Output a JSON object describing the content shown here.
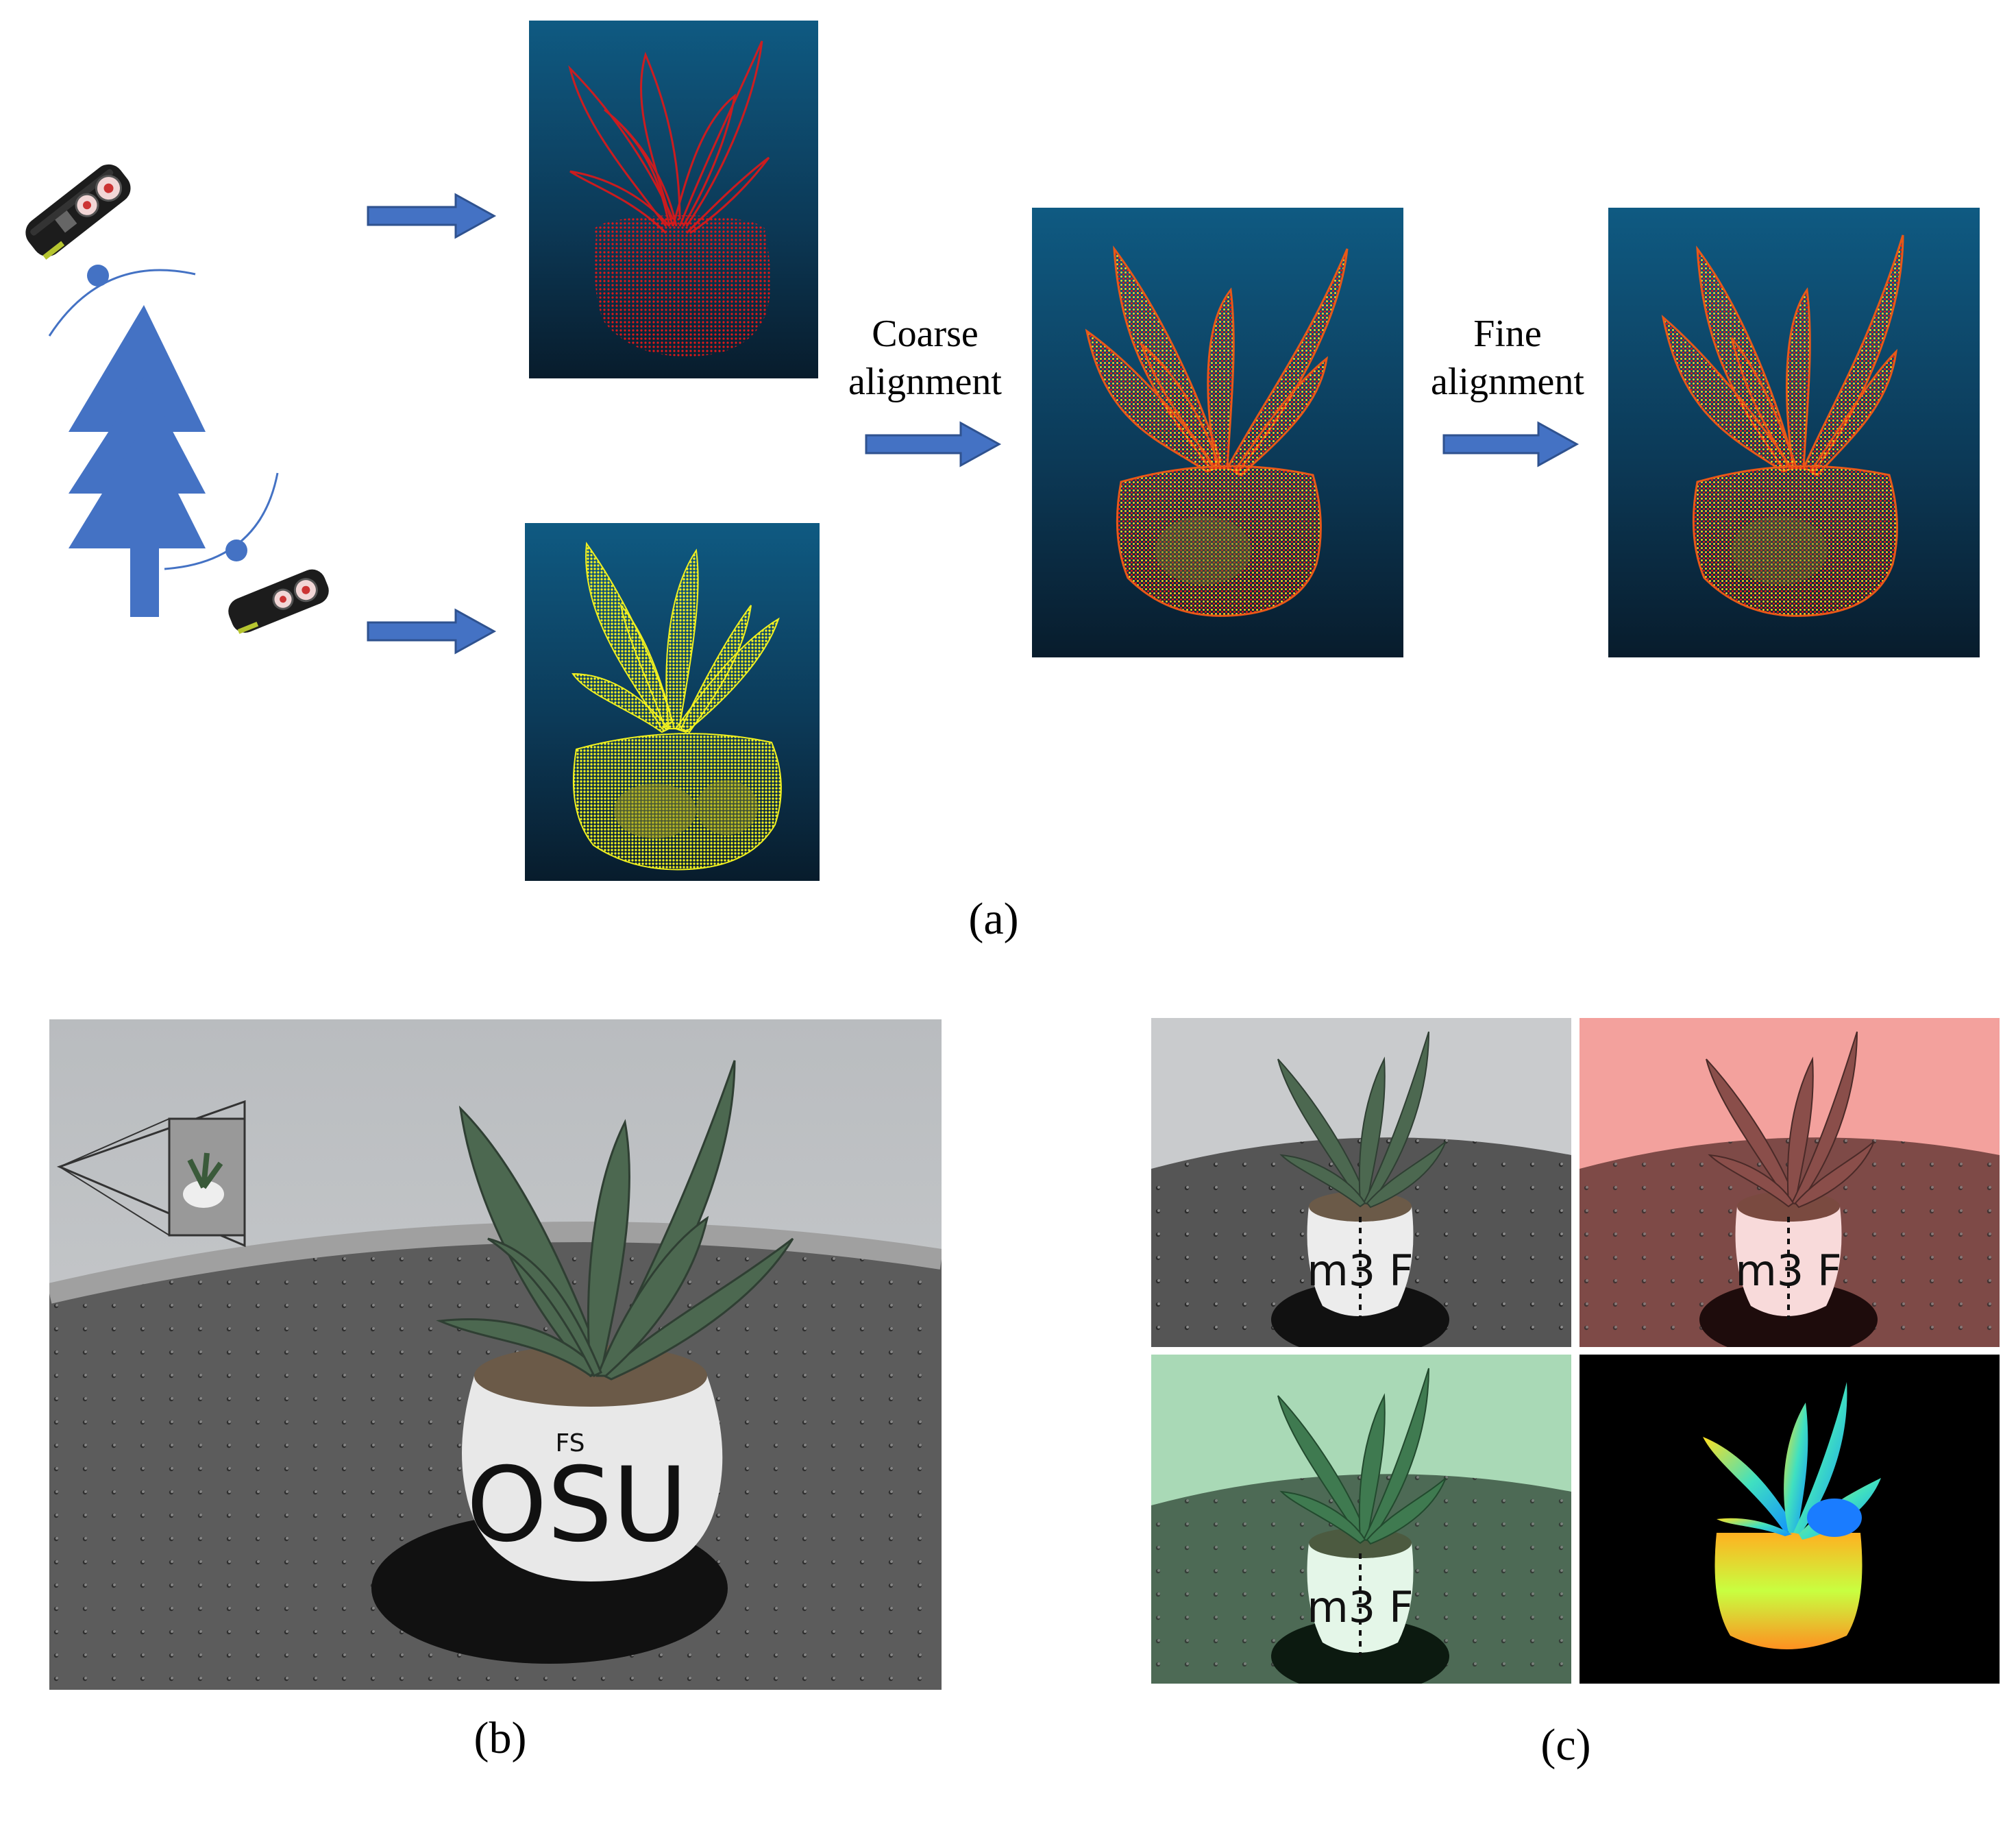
{
  "panel_a": {
    "caption": "(a)",
    "coarse_label_line1": "Coarse",
    "coarse_label_line2": "alignment",
    "fine_label_line1": "Fine",
    "fine_label_line2": "alignment",
    "colors": {
      "arrow": "#4472c4",
      "tree": "#4472c4",
      "source_cloud": "#e01818",
      "target_cloud": "#f0f020",
      "panel_top": "#0f5a82",
      "panel_bottom": "#081c2c"
    }
  },
  "panel_b": {
    "caption": "(b)",
    "pot_text": "OSU",
    "pot_small_text": "FS"
  },
  "panel_c": {
    "caption": "(c)",
    "pot_text": "m3 F",
    "tiles": [
      "rgb",
      "red-light",
      "green-light",
      "depth-map"
    ]
  }
}
